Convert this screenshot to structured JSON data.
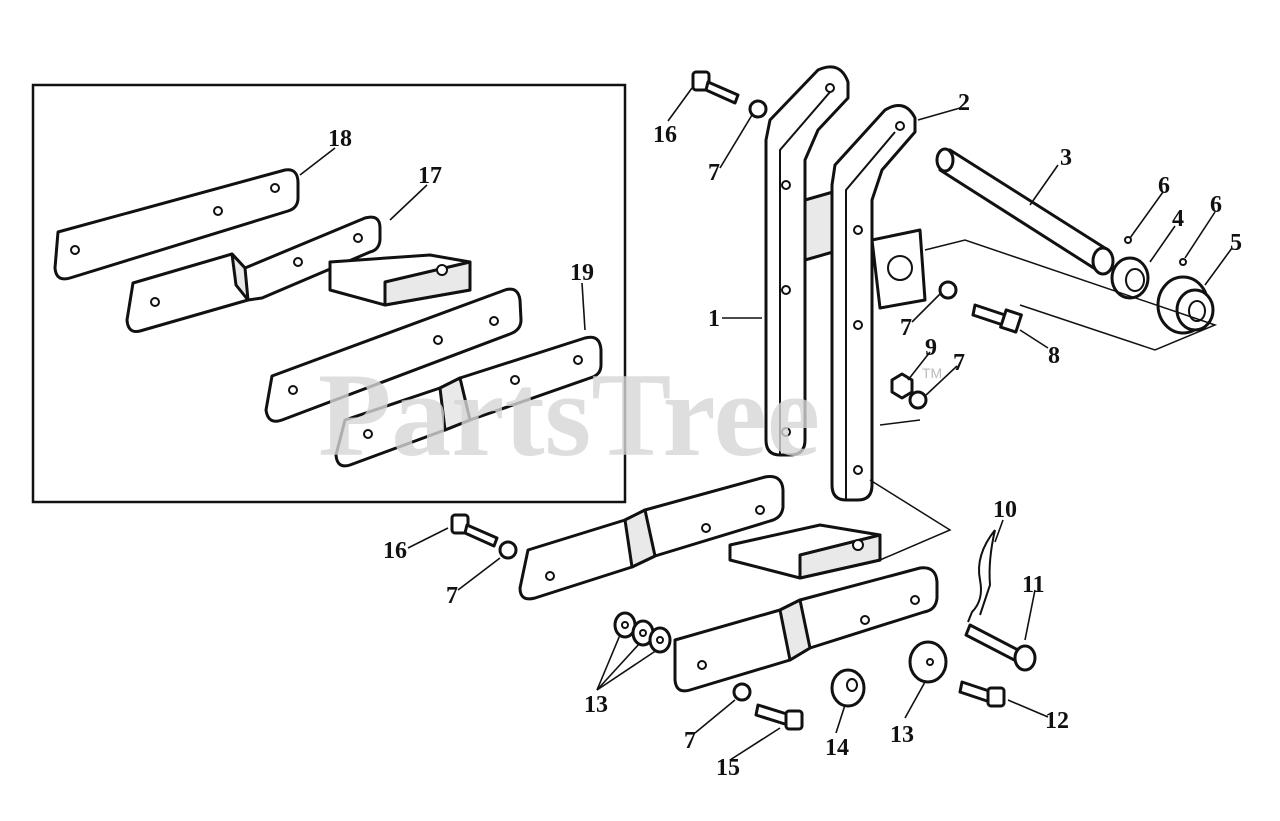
{
  "watermark": "PartsTree",
  "watermark_mark": "TM",
  "callouts": {
    "c1": "1",
    "c2": "2",
    "c3": "3",
    "c4": "4",
    "c5": "5",
    "c6a": "6",
    "c6b": "6",
    "c7a": "7",
    "c7b": "7",
    "c7c": "7",
    "c7d": "7",
    "c7e": "7",
    "c8": "8",
    "c9": "9",
    "c10": "10",
    "c11": "11",
    "c12": "12",
    "c13a": "13",
    "c13b": "13",
    "c14": "14",
    "c15": "15",
    "c16a": "16",
    "c16b": "16",
    "c17": "17",
    "c18": "18",
    "c19": "19"
  }
}
